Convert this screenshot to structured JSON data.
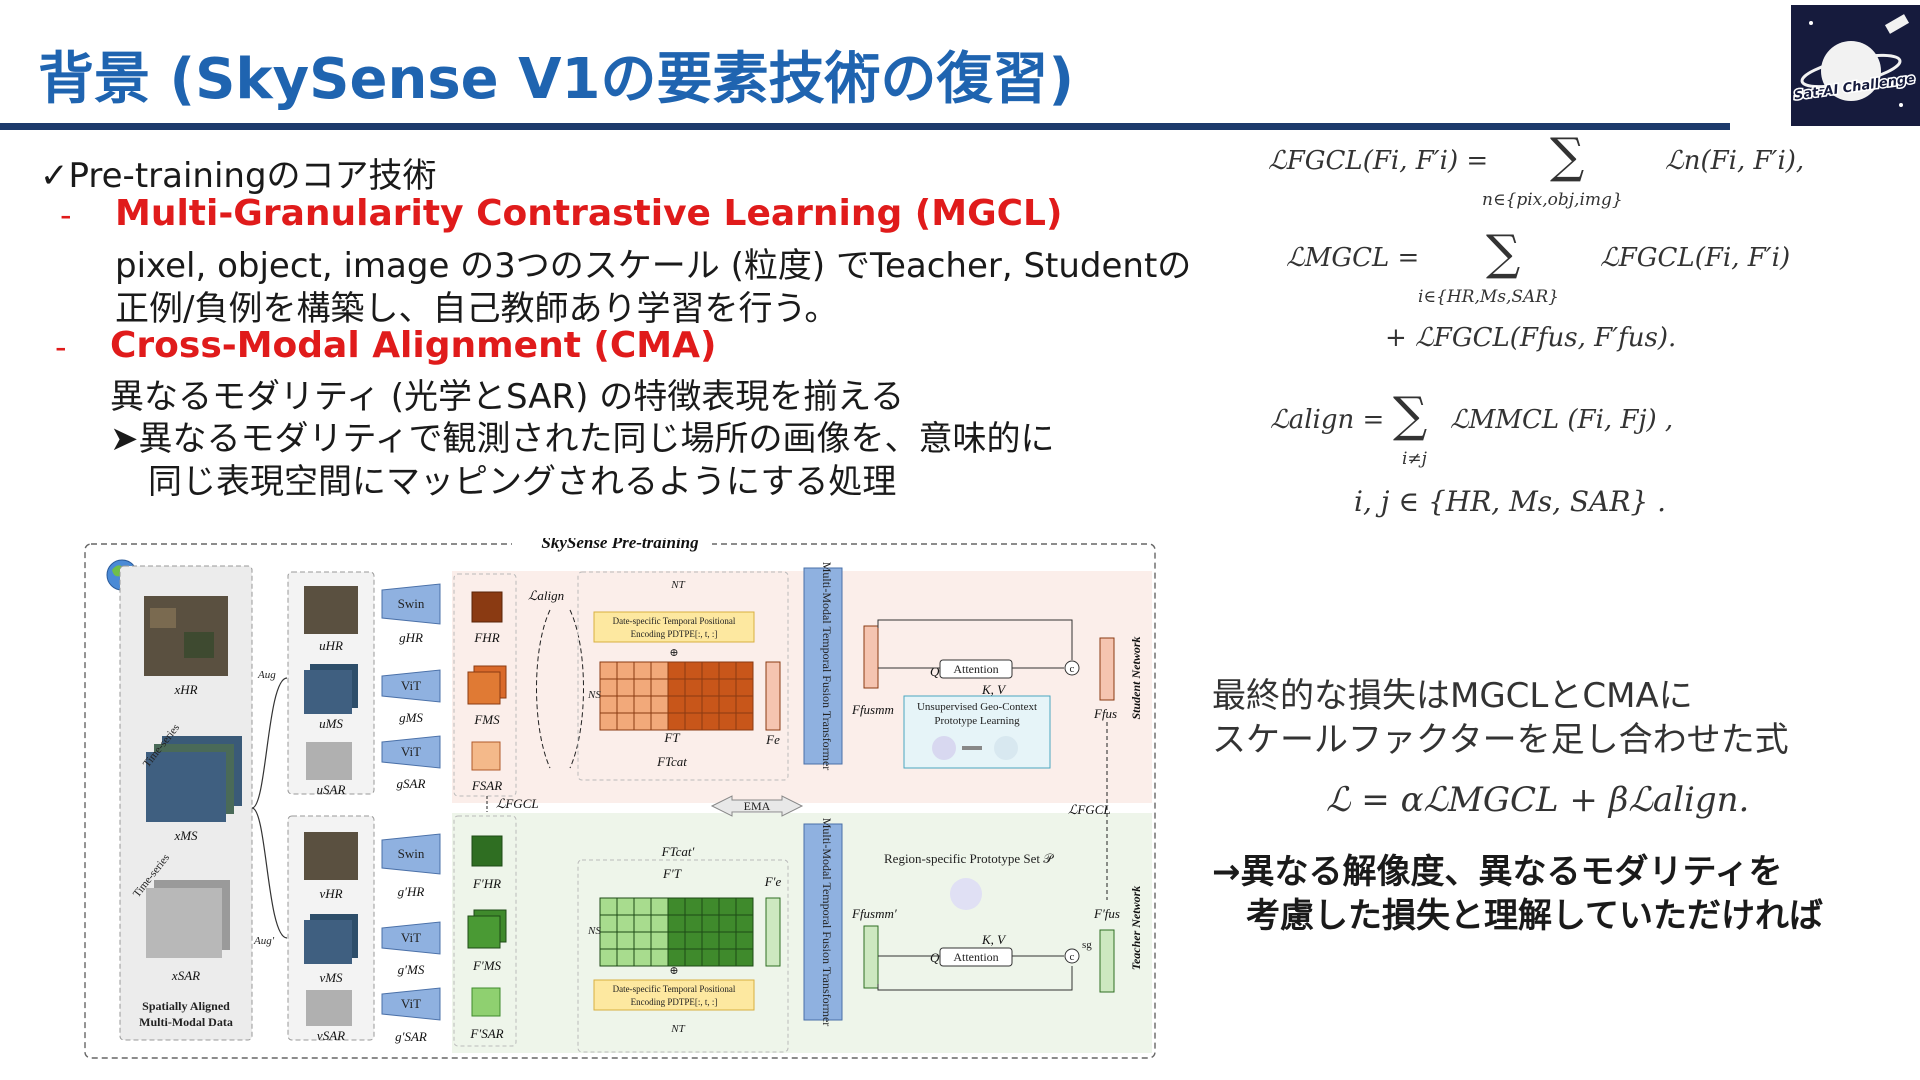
{
  "title": "背景 (SkySense V1の要素技術の復習)",
  "logo": {
    "text": "Sat-AI Challenge"
  },
  "bullets": {
    "check_mark": "✓",
    "heading": "Pre-trainingのコア技術",
    "dash": "-",
    "mgcl_title": "Multi-Granularity Contrastive Learning (MGCL)",
    "mgcl_line1": "pixel, object, image の3つのスケール (粒度) でTeacher, Studentの",
    "mgcl_line2": "正例/負例を構築し、自己教師あり学習を行う。",
    "cma_title": "Cross-Modal Alignment (CMA)",
    "cma_line1": "異なるモダリティ (光学とSAR) の特徴表現を揃える",
    "arrow": "➤",
    "cma_line2": "異なるモダリティで観測された同じ場所の画像を、意味的に",
    "cma_line3": "同じ表現空間にマッピングされるようにする処理"
  },
  "equations": {
    "eq1_left": "ℒFGCL(Fi, F′i) =",
    "eq1_sum": "∑",
    "eq1_sub": "n∈{pix,obj,img}",
    "eq1_right": "ℒn(Fi, F′i),",
    "eq2_left": "ℒMGCL =",
    "eq2_sum": "∑",
    "eq2_sub": "i∈{HR,Ms,SAR}",
    "eq2_right": "ℒFGCL(Fi, F′i)",
    "eq2_cont": "+ ℒFGCL(Ffus, F′fus).",
    "eq3_left": "ℒalign =",
    "eq3_sum": "∑",
    "eq3_sub": "i≠j",
    "eq3_right": "ℒMMCL (Fi, Fj) ,",
    "eq3_cont": "i, j ∈ {HR, Ms, SAR} .",
    "final_eq": "ℒ = αℒMGCL + βℒalign."
  },
  "summary": {
    "line1": "最終的な損失はMGCLとCMAに",
    "line2": "スケールファクターを足し合わせた式",
    "conclusion1": "→異なる解像度、異なるモダリティを",
    "conclusion2": "考慮した損失と理解していただければ"
  },
  "diagram": {
    "title": "SkySense Pre-training",
    "input_caption1": "Spatially Aligned",
    "input_caption2": "Multi-Modal Data",
    "x_hr": "xHR",
    "x_ms": "xMS",
    "x_sar": "xSAR",
    "time_series": "Time-series",
    "aug": "Aug",
    "aug_prime": "Aug′",
    "u_hr": "uHR",
    "u_ms": "uMS",
    "u_sar": "uSAR",
    "v_hr": "vHR",
    "v_ms": "vMS",
    "v_sar": "vSAR",
    "swin": "Swin",
    "vit": "ViT",
    "g_hr": "gHR",
    "g_ms": "gMS",
    "g_sar": "gSAR",
    "g_hr_p": "g′HR",
    "g_ms_p": "g′MS",
    "g_sar_p": "g′SAR",
    "f_hr": "FHR",
    "f_ms": "FMS",
    "f_sar": "FSAR",
    "f_hr_p": "F′HR",
    "f_ms_p": "F′MS",
    "f_sar_p": "F′SAR",
    "l_align": "ℒalign",
    "l_fgcl": "ℒFGCL",
    "l_fgcl_right": "ℒFGCL",
    "ema": "EMA",
    "n_t": "NT",
    "n_s": "NS",
    "dtpe": "Date-specific Temporal Positional",
    "dtpe2": "Encoding PDTPE[:, t, :]",
    "f_t": "FT",
    "f_t_cat": "FTcat",
    "f_e": "Fe",
    "f_t_p": "F′T",
    "f_t_cat_p": "FTcat′",
    "f_e_p": "F′e",
    "mmtf": "Multi-Modal Temporal Fusion Transformer",
    "f_fus_mm": "Ffusmm",
    "f_fus_mm_p": "Ffusmm′",
    "q": "Q",
    "kv": "K, V",
    "attention": "Attention",
    "ugcpl1": "Unsupervised Geo-Context",
    "ugcpl2": "Prototype Learning",
    "region_proto": "Region-specific Prototype Set 𝒫",
    "f_fus": "Ffus",
    "f_fus_p": "F′fus",
    "sg": "sg",
    "concat": "c",
    "student": "Student Network",
    "teacher": "Teacher Network"
  },
  "colors": {
    "title_blue": "#1f64b0",
    "rule_navy": "#1c3a6b",
    "accent_red": "#e01b1b",
    "student_orange": "#c8561a",
    "teacher_green": "#3f8a2c",
    "encoder_blue": "#8fb1e0"
  }
}
